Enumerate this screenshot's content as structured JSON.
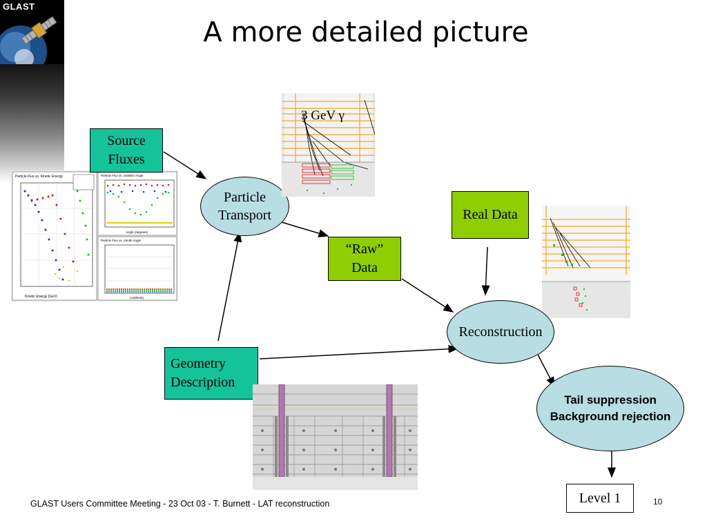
{
  "logo": {
    "text": "GLAST"
  },
  "title": "A more detailed picture",
  "nodes": {
    "source_fluxes": "Source\nFluxes",
    "particle_transport": "Particle\nTransport",
    "raw_data": "“Raw”\nData",
    "real_data": "Real Data",
    "reconstruction": "Reconstruction",
    "geometry_description": "Geometry\nDescription",
    "tail_suppression": "Tail suppression\nBackground rejection",
    "level1": "Level 1"
  },
  "event_label": "3 GeV γ",
  "plots": {
    "flux_plot_title": "Particle Flux vs. Kinetic Energy",
    "flux_plot_xlabel": "Kinetic Energy (GeV)",
    "angle_plot_title": "Particle Flux vs. Satellite Angle",
    "angle_plot_xlabel": "Angle (degrees)",
    "zenith_plot_title": "Particle Flux vs. Zenith Angle",
    "zenith_plot_xlabel": "cos(theta)"
  },
  "footer": "GLAST Users Committee Meeting - 23 Oct 03 - T. Burnett - LAT reconstruction",
  "page_number": "10",
  "colors": {
    "teal_box": "#15c39a",
    "lime_box": "#8fce00",
    "ellipse_fill": "#b8dde3"
  }
}
